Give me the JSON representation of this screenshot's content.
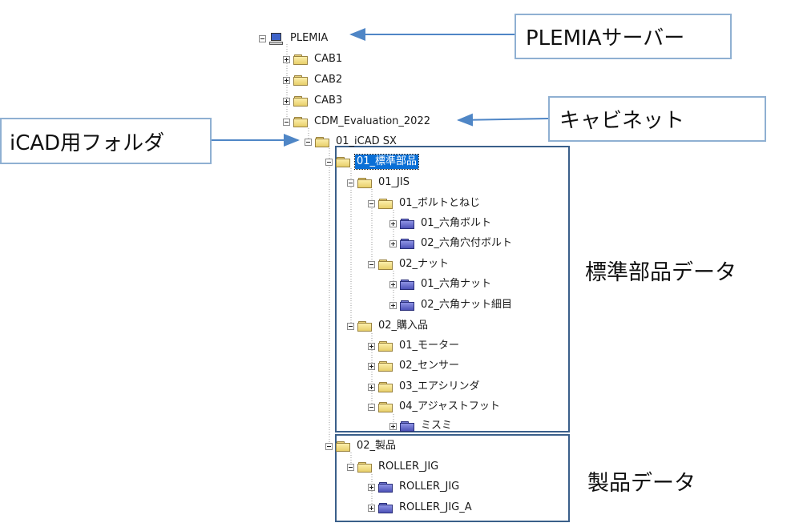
{
  "tree": {
    "nodes": [
      {
        "label": "PLEMIA",
        "icon": "computer",
        "expander": "minus",
        "selected": false
      },
      {
        "label": "CAB1",
        "icon": "folder",
        "expander": "plus",
        "selected": false
      },
      {
        "label": "CAB2",
        "icon": "folder",
        "expander": "plus",
        "selected": false
      },
      {
        "label": "CAB3",
        "icon": "folder",
        "expander": "plus",
        "selected": false
      },
      {
        "label": "CDM_Evaluation_2022",
        "icon": "folder",
        "expander": "minus",
        "selected": false
      },
      {
        "label": "01_iCAD SX",
        "icon": "folder",
        "expander": "minus",
        "selected": false
      },
      {
        "label": "01_標準部品",
        "icon": "folder-open",
        "expander": "minus",
        "selected": true
      },
      {
        "label": "01_JIS",
        "icon": "folder",
        "expander": "minus",
        "selected": false
      },
      {
        "label": "01_ボルトとねじ",
        "icon": "folder",
        "expander": "minus",
        "selected": false
      },
      {
        "label": "01_六角ボルト",
        "icon": "blue-folder",
        "expander": "plus",
        "selected": false
      },
      {
        "label": "02_六角穴付ボルト",
        "icon": "blue-folder",
        "expander": "plus",
        "selected": false
      },
      {
        "label": "02_ナット",
        "icon": "folder",
        "expander": "minus",
        "selected": false
      },
      {
        "label": "01_六角ナット",
        "icon": "blue-folder",
        "expander": "plus",
        "selected": false
      },
      {
        "label": "02_六角ナット細目",
        "icon": "blue-folder",
        "expander": "plus",
        "selected": false
      },
      {
        "label": "02_購入品",
        "icon": "folder",
        "expander": "minus",
        "selected": false
      },
      {
        "label": "01_モーター",
        "icon": "folder",
        "expander": "plus",
        "selected": false
      },
      {
        "label": "02_センサー",
        "icon": "folder",
        "expander": "plus",
        "selected": false
      },
      {
        "label": "03_エアシリンダ",
        "icon": "folder",
        "expander": "plus",
        "selected": false
      },
      {
        "label": "04_アジャストフット",
        "icon": "folder",
        "expander": "minus",
        "selected": false
      },
      {
        "label": "ミスミ",
        "icon": "blue-folder",
        "expander": "plus",
        "selected": false
      },
      {
        "label": "02_製品",
        "icon": "folder",
        "expander": "minus",
        "selected": false
      },
      {
        "label": "ROLLER_JIG",
        "icon": "folder",
        "expander": "minus",
        "selected": false
      },
      {
        "label": "ROLLER_JIG",
        "icon": "blue-folder",
        "expander": "plus",
        "selected": false
      },
      {
        "label": "ROLLER_JIG_A",
        "icon": "blue-folder",
        "expander": "plus",
        "selected": false
      }
    ]
  },
  "annotations": {
    "plemia_server": "PLEMIAサーバー",
    "cabinet": "キャビネット",
    "icad_folder": "iCAD用フォルダ",
    "standard_parts_data": "標準部品データ",
    "product_data": "製品データ"
  },
  "colors": {
    "selection": "#0a6fd6",
    "arrow": "#4f86c6",
    "callout_border": "#8fb0d2",
    "section_border": "#3a5f8a",
    "tree_line": "#9a9a9a"
  }
}
